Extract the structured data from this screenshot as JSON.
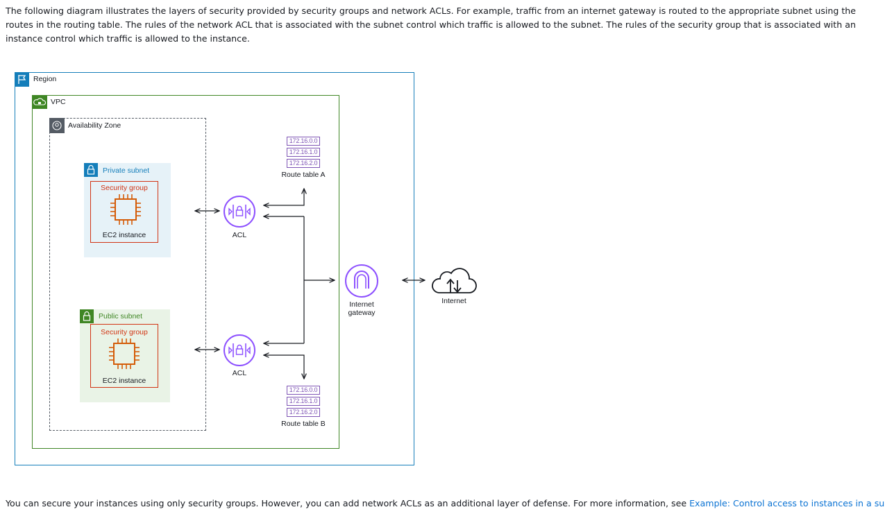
{
  "intro_text": "The following diagram illustrates the layers of security provided by security groups and network ACLs. For example, traffic from an internet gateway is routed to the appropriate subnet using the routes in the routing table. The rules of the network ACL that is associated with the subnet control which traffic is allowed to the subnet. The rules of the security group that is associated with an instance control which traffic is allowed to the instance.",
  "diagram": {
    "region_label": "Region",
    "vpc_label": "VPC",
    "az_label": "Availability Zone",
    "private_subnet": {
      "label": "Private subnet",
      "sg_label": "Security group",
      "instance_label": "EC2 instance"
    },
    "public_subnet": {
      "label": "Public subnet",
      "sg_label": "Security group",
      "instance_label": "EC2 instance"
    },
    "acl_top_label": "ACL",
    "acl_bottom_label": "ACL",
    "route_table_a": {
      "routes": [
        "172.16.0.0",
        "172.16.1.0",
        "172.16.2.0"
      ],
      "label": "Route table A"
    },
    "route_table_b": {
      "routes": [
        "172.16.0.0",
        "172.16.1.0",
        "172.16.2.0"
      ],
      "label": "Route table B"
    },
    "igw_label_line1": "Internet",
    "igw_label_line2": "gateway",
    "internet_label": "Internet",
    "colors": {
      "region_border": "#147eba",
      "vpc_border": "#3f8624",
      "az_border": "#545b64",
      "private_subnet_fill": "#e6f2f8",
      "private_subnet_icon": "#147eba",
      "public_subnet_fill": "#e9f3e6",
      "public_subnet_icon": "#3f8624",
      "security_group": "#d13212",
      "ec2": "#d45b07",
      "network": "#8c4fff",
      "route_table": "#7d53b4"
    },
    "icons": {
      "region": "flag-icon",
      "vpc": "cloud-lock-icon",
      "az": "location-pin-icon",
      "subnet": "padlock-icon",
      "instance": "chip-icon",
      "acl": "network-acl-icon",
      "igw": "internet-gateway-icon",
      "internet": "cloud-updown-icon"
    }
  },
  "outro": {
    "text": "You can secure your instances using only security groups. However, you can add network ACLs as an additional layer of defense. For more information, see ",
    "link_text": "Example: Control access to instances in a subnet",
    "suffix": "."
  }
}
